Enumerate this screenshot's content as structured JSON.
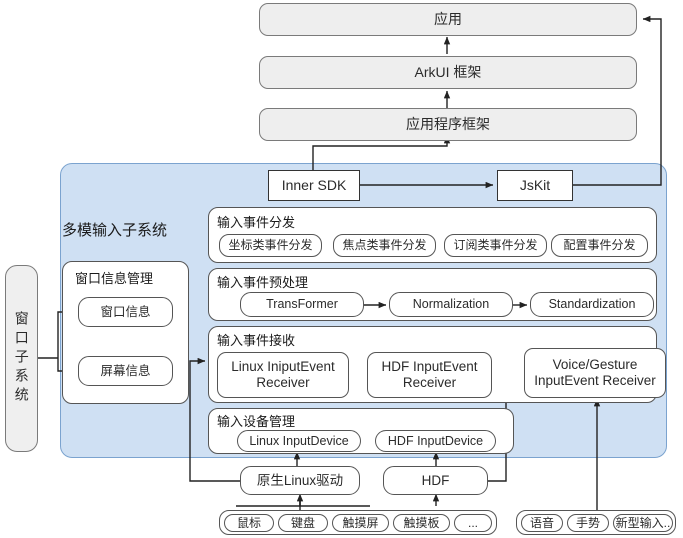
{
  "diagram": {
    "title_panel": "多模输入子系统",
    "top_stack": [
      {
        "label": "应用"
      },
      {
        "label": "ArkUI 框架"
      },
      {
        "label": "应用程序框架"
      }
    ],
    "sdk_row": [
      {
        "label": "Inner SDK"
      },
      {
        "label": "JsKit"
      }
    ],
    "window_subsystem": {
      "label": "窗口子系统"
    },
    "groups": {
      "window_info": {
        "label": "窗口信息管理",
        "items": [
          {
            "label": "窗口信息"
          },
          {
            "label": "屏幕信息"
          }
        ]
      },
      "event_dispatch": {
        "label": "输入事件分发",
        "items": [
          {
            "label": "坐标类事件分发"
          },
          {
            "label": "焦点类事件分发"
          },
          {
            "label": "订阅类事件分发"
          },
          {
            "label": "配置事件分发"
          }
        ]
      },
      "event_preprocess": {
        "label": "输入事件预处理",
        "items": [
          {
            "label": "TransFormer"
          },
          {
            "label": "Normalization"
          },
          {
            "label": "Standardization"
          }
        ]
      },
      "event_receive": {
        "label": "输入事件接收",
        "items": [
          {
            "label": "Linux IniputEvent Receiver"
          },
          {
            "label": "HDF InputEvent Receiver"
          },
          {
            "label": "Voice/Gesture InputEvent Receiver"
          }
        ]
      },
      "device_manage": {
        "label": "输入设备管理",
        "items": [
          {
            "label": "Linux InputDevice"
          },
          {
            "label": "HDF InputDevice"
          }
        ]
      }
    },
    "drivers": [
      {
        "label": "原生Linux驱动"
      },
      {
        "label": "HDF"
      }
    ],
    "devices_left": [
      {
        "label": "鼠标"
      },
      {
        "label": "键盘"
      },
      {
        "label": "触摸屏"
      },
      {
        "label": "触摸板"
      },
      {
        "label": "..."
      }
    ],
    "devices_right": [
      {
        "label": "语音"
      },
      {
        "label": "手势"
      },
      {
        "label": "新型输入.."
      }
    ],
    "colors": {
      "panel_fill": "#cfe0f3",
      "panel_border": "#7ba3cf",
      "box_fill": "#eeeeee",
      "box_border": "#7a7a7a",
      "line": "#222222"
    }
  }
}
